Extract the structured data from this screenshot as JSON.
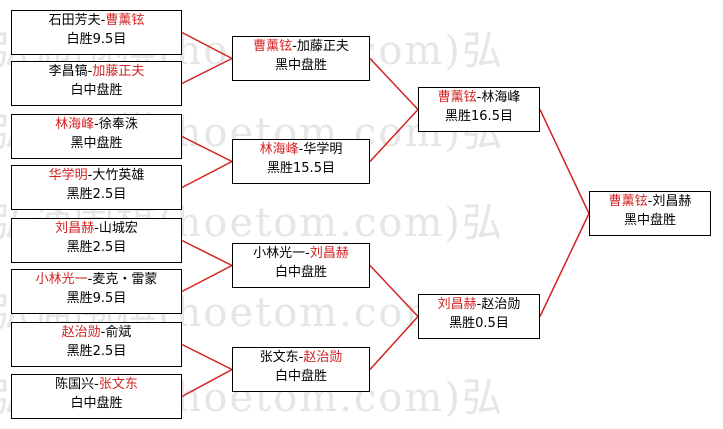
{
  "watermark": [
    "弘通围棋(hoetom.com)弘",
    "弘通围棋(hoetom.com)弘",
    "弘通围棋(hoetom.com)弘",
    "弘通围棋(hoetom.com)弘",
    "弘通围棋(hoetom.com)弘"
  ],
  "round1": [
    {
      "p1": "石田芳夫",
      "p2": "曹薰铉",
      "winner": 2,
      "result": "白胜9.5目"
    },
    {
      "p1": "李昌镐",
      "p2": "加藤正夫",
      "winner": 2,
      "result": "白中盘胜"
    },
    {
      "p1": "林海峰",
      "p2": "徐奉洙",
      "winner": 1,
      "result": "黑中盘胜"
    },
    {
      "p1": "华学明",
      "p2": "大竹英雄",
      "winner": 1,
      "result": "黑胜2.5目"
    },
    {
      "p1": "刘昌赫",
      "p2": "山城宏",
      "winner": 1,
      "result": "黑胜2.5目"
    },
    {
      "p1": "小林光一",
      "p2": "麦克・雷蒙",
      "winner": 1,
      "result": "黑胜9.5目"
    },
    {
      "p1": "赵治勋",
      "p2": "俞斌",
      "winner": 1,
      "result": "黑胜2.5目"
    },
    {
      "p1": "陈国兴",
      "p2": "张文东",
      "winner": 2,
      "result": "白中盘胜"
    }
  ],
  "round2": [
    {
      "p1": "曹薰铉",
      "p2": "加藤正夫",
      "winner": 1,
      "result": "黑中盘胜"
    },
    {
      "p1": "林海峰",
      "p2": "华学明",
      "winner": 1,
      "result": "黑胜15.5目"
    },
    {
      "p1": "小林光一",
      "p2": "刘昌赫",
      "winner": 2,
      "result": "白中盘胜"
    },
    {
      "p1": "张文东",
      "p2": "赵治勋",
      "winner": 2,
      "result": "白中盘胜"
    }
  ],
  "semifinal": [
    {
      "p1": "曹薰铉",
      "p2": "林海峰",
      "winner": 1,
      "result": "黑胜16.5目"
    },
    {
      "p1": "刘昌赫",
      "p2": "赵治勋",
      "winner": 1,
      "result": "黑胜0.5目"
    }
  ],
  "final": [
    {
      "p1": "曹薰铉",
      "p2": "刘昌赫",
      "winner": 1,
      "result": "黑中盘胜"
    }
  ],
  "colors": {
    "winner_text": "#d22222",
    "connector": "#d22222",
    "border": "#000000",
    "watermark": "#e6e6e6"
  }
}
